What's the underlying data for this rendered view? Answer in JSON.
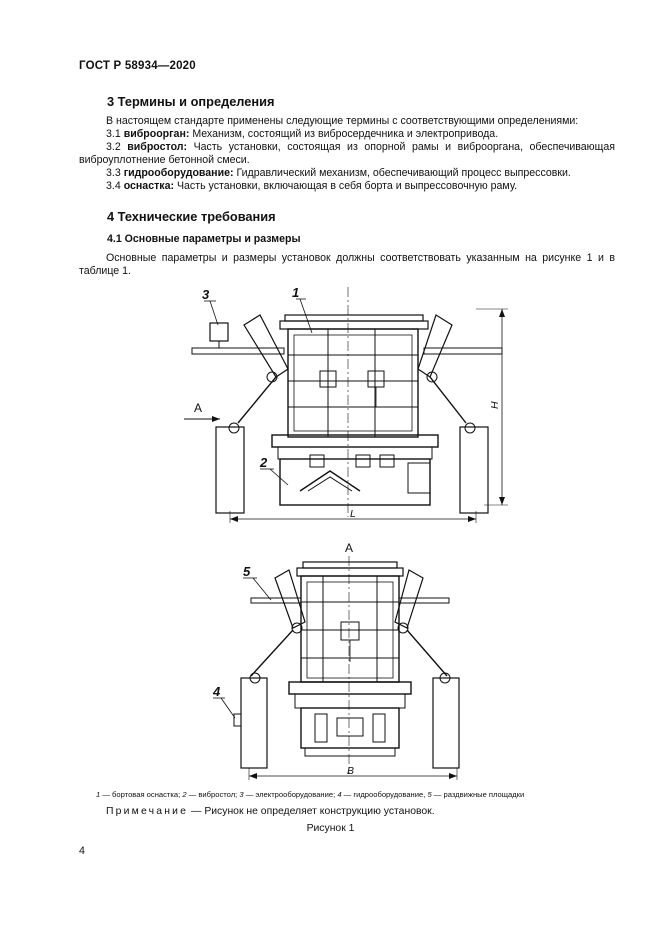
{
  "header": {
    "doc_id": "ГОСТ Р 58934—2020"
  },
  "section3": {
    "title": "3 Термины и определения",
    "intro": "В настоящем стандарте применены следующие термины с соответствующими определениями:",
    "terms": [
      {
        "num": "3.1",
        "term": "виброорган:",
        "def": "Механизм, состоящий из вибросердечника и электропривода."
      },
      {
        "num": "3.2",
        "term": "вибростол:",
        "def": "Часть установки, состоящая из опорной рамы и виброоргана, обеспечивающая виброуплотнение бетонной смеси."
      },
      {
        "num": "3.3",
        "term": "гидрооборудование:",
        "def": "Гидравлический механизм, обеспечивающий процесс выпрессовки."
      },
      {
        "num": "3.4",
        "term": "оснастка:",
        "def": "Часть установки, включающая в себя борта и выпрессовочную раму."
      }
    ]
  },
  "section4": {
    "title": "4 Технические требования",
    "sub_title": "4.1 Основные параметры и размеры",
    "para": "Основные параметры и размеры установок должны соответствовать указанным на рисунке 1 и в таблице 1."
  },
  "figure": {
    "top_view": {
      "callouts": [
        "1",
        "2",
        "3"
      ],
      "arrow_label": "А",
      "dim_h": "H",
      "dim_l": "L"
    },
    "front_view": {
      "view_label": "А",
      "callouts": [
        "4",
        "5"
      ],
      "dim_b": "B"
    },
    "legend": {
      "i1": {
        "num": "1",
        "text": " — бортовая оснастка; "
      },
      "i2": {
        "num": "2",
        "text": " — вибростол; "
      },
      "i3": {
        "num": "3",
        "text": " — электрооборудование; "
      },
      "i4": {
        "num": "4",
        "text": " — гидрооборудование, "
      },
      "i5": {
        "num": "5",
        "text": " — раздвижные площадки"
      }
    },
    "note_label": "Примечание",
    "note_text": " — Рисунок не определяет конструкцию установок.",
    "title": "Рисунок 1"
  },
  "page_number": "4"
}
